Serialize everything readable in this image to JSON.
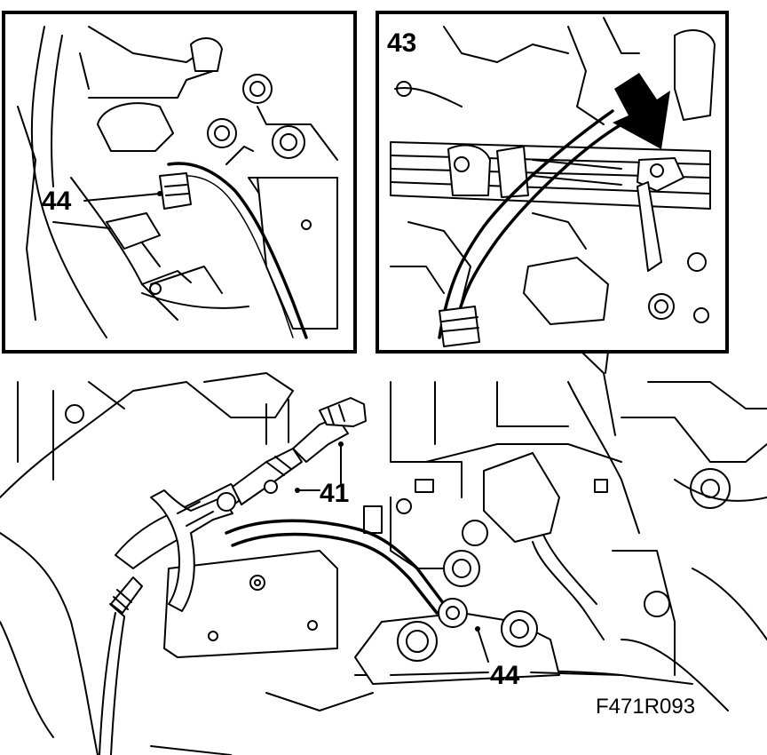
{
  "figure_id": "F471R093",
  "callouts": {
    "inset_left_44": "44",
    "inset_right_43": "43",
    "main_41": "41",
    "main_44": "44"
  },
  "colors": {
    "ink": "#000000",
    "paper": "#ffffff"
  }
}
